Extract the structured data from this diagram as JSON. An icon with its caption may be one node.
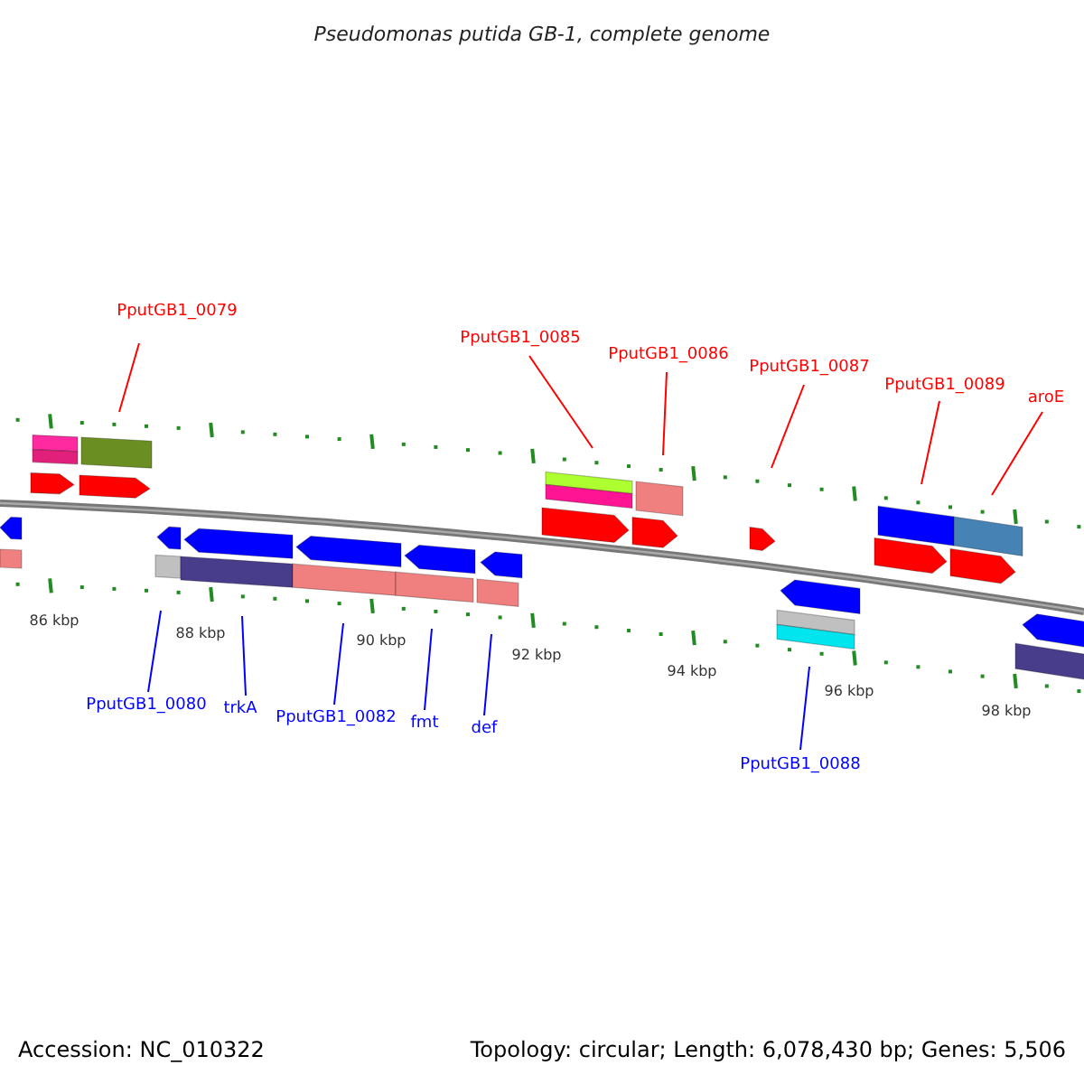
{
  "diagram": {
    "title": "Pseudomonas putida GB-1, complete genome",
    "nodes": [
      {
        "text": [
          "PputGB1_0079"
        ]
      },
      {
        "text": [
          "PputGB1_0085"
        ]
      },
      {
        "text": [
          "PputGB1_0086"
        ]
      },
      {
        "text": [
          "PputGB1_0087"
        ]
      },
      {
        "text": [
          "PputGB1_0089"
        ]
      },
      {
        "text": [
          "aroE"
        ]
      },
      {
        "text": [
          "PputGB1_0080"
        ]
      },
      {
        "text": [
          "trkA"
        ]
      },
      {
        "text": [
          "PputGB1_0082"
        ]
      },
      {
        "text": [
          "fmt"
        ]
      },
      {
        "text": [
          "def"
        ]
      },
      {
        "text": [
          "PputGB1_0088"
        ]
      }
    ],
    "edges": [
      {
        "from": 0,
        "to": null,
        "arrow": "none"
      },
      {
        "from": 1,
        "to": null,
        "arrow": "none"
      },
      {
        "from": 2,
        "to": null,
        "arrow": "none"
      },
      {
        "from": 3,
        "to": null,
        "arrow": "none"
      },
      {
        "from": 4,
        "to": null,
        "arrow": "none"
      },
      {
        "from": 5,
        "to": null,
        "arrow": "none"
      },
      {
        "from": 6,
        "to": null,
        "arrow": "none",
        "color": "#0000ff"
      },
      {
        "from": 7,
        "to": null,
        "arrow": "none",
        "color": "#0000ff"
      },
      {
        "from": 8,
        "to": null,
        "arrow": "none",
        "color": "#0000ff"
      },
      {
        "from": 9,
        "to": null,
        "arrow": "none",
        "color": "#0000ff"
      },
      {
        "from": 10,
        "to": null,
        "arrow": "none",
        "color": "#0000ff"
      },
      {
        "from": 11,
        "to": null,
        "arrow": "none",
        "color": "#0000ff"
      }
    ],
    "labels": [
      "86 kbp",
      "88 kbp",
      "90 kbp",
      "92 kbp",
      "94 kbp",
      "96 kbp",
      "98 kbp",
      "Accession: NC_010322",
      "Topology: circular; Length: 6,078,430 bp; Genes: 5,506"
    ]
  }
}
